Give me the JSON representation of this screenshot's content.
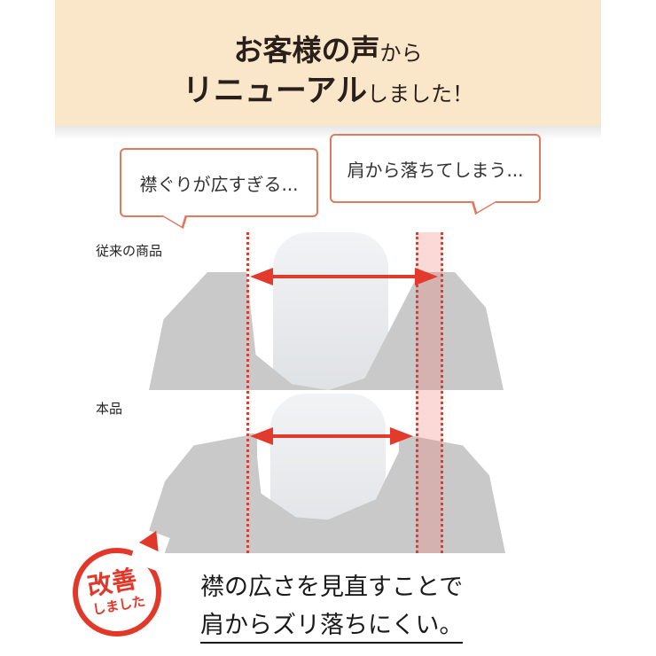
{
  "header": {
    "line1_bold": "お客様の声",
    "line1_small": "から",
    "line2_bold": "リニューアル",
    "line2_small": "しました！"
  },
  "bubbles": [
    {
      "text": "襟ぐりが広すぎる..."
    },
    {
      "text": "肩から落ちてしまう..."
    }
  ],
  "labels": {
    "before": "従来の商品",
    "after": "本品"
  },
  "badge": {
    "line1": "改善",
    "line2": "しました"
  },
  "result": {
    "line1": "襟の広さを見直すことで",
    "line2": "肩からズリ落ちにくい。"
  },
  "colors": {
    "header_bg": "#fae7c9",
    "accent_red": "#e2382a",
    "bubble_border": "#e07a5f"
  }
}
